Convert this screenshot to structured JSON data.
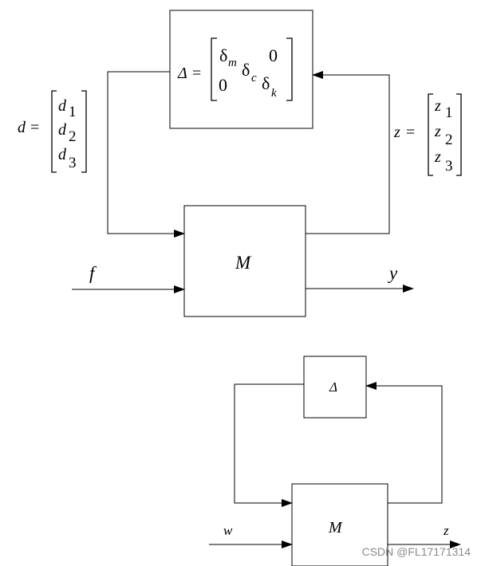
{
  "top_diagram": {
    "delta_matrix": {
      "lhs": "Δ",
      "equals": "=",
      "r1c1": "δ",
      "r1c1_sub": "m",
      "r1c2": "0",
      "r2c1": "0",
      "mid": "δ",
      "mid_sub": "c",
      "r2c2": "δ",
      "r2c2_sub": "k"
    },
    "d_vector": {
      "lhs": "d",
      "equals": "=",
      "entries": [
        "d",
        "d",
        "d"
      ],
      "subs": [
        "1",
        "2",
        "3"
      ]
    },
    "z_vector": {
      "lhs": "z",
      "equals": "=",
      "entries": [
        "z",
        "z",
        "z"
      ],
      "subs": [
        "1",
        "2",
        "3"
      ]
    },
    "plant_label": "M",
    "input_label": "f",
    "output_label": "y"
  },
  "bottom_diagram": {
    "delta_label": "Δ",
    "plant_label": "M",
    "input_label": "w",
    "output_label": "z"
  },
  "watermark": "CSDN @FL17171314"
}
